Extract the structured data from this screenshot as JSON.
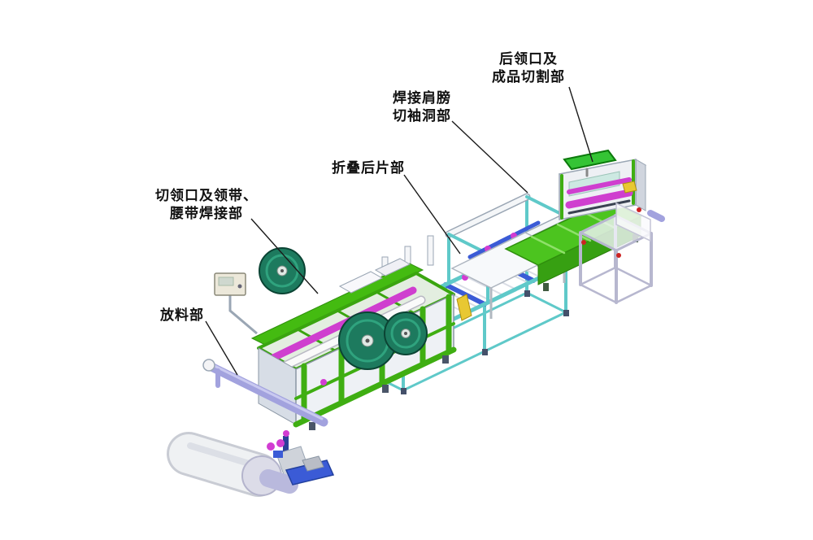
{
  "callouts": [
    {
      "id": "rear-collar-and-product-cutting",
      "lines": [
        "后领口及",
        "成品切割部"
      ]
    },
    {
      "id": "shoulder-welding-sleeve-cutting",
      "lines": [
        "焊接肩膀",
        "切袖洞部"
      ]
    },
    {
      "id": "back-panel-folding",
      "lines": [
        "折叠后片部"
      ]
    },
    {
      "id": "collar-cutting-tie-belt-welding",
      "lines": [
        "切领口及领带、",
        "腰带焊接部"
      ]
    },
    {
      "id": "material-feeding",
      "lines": [
        "放料部"
      ]
    }
  ],
  "palette": {
    "machine_green": "#4cc41f",
    "frame_teal": "#5fc9c9",
    "roller_magenta": "#cf3fcf",
    "rail_lavender": "#a2a2de",
    "roller_blue": "#3b5bd6",
    "panel_white": "#eef1f5",
    "disc_teal": "#1d7a5e",
    "label_text": "#111111",
    "background": "#ffffff"
  }
}
